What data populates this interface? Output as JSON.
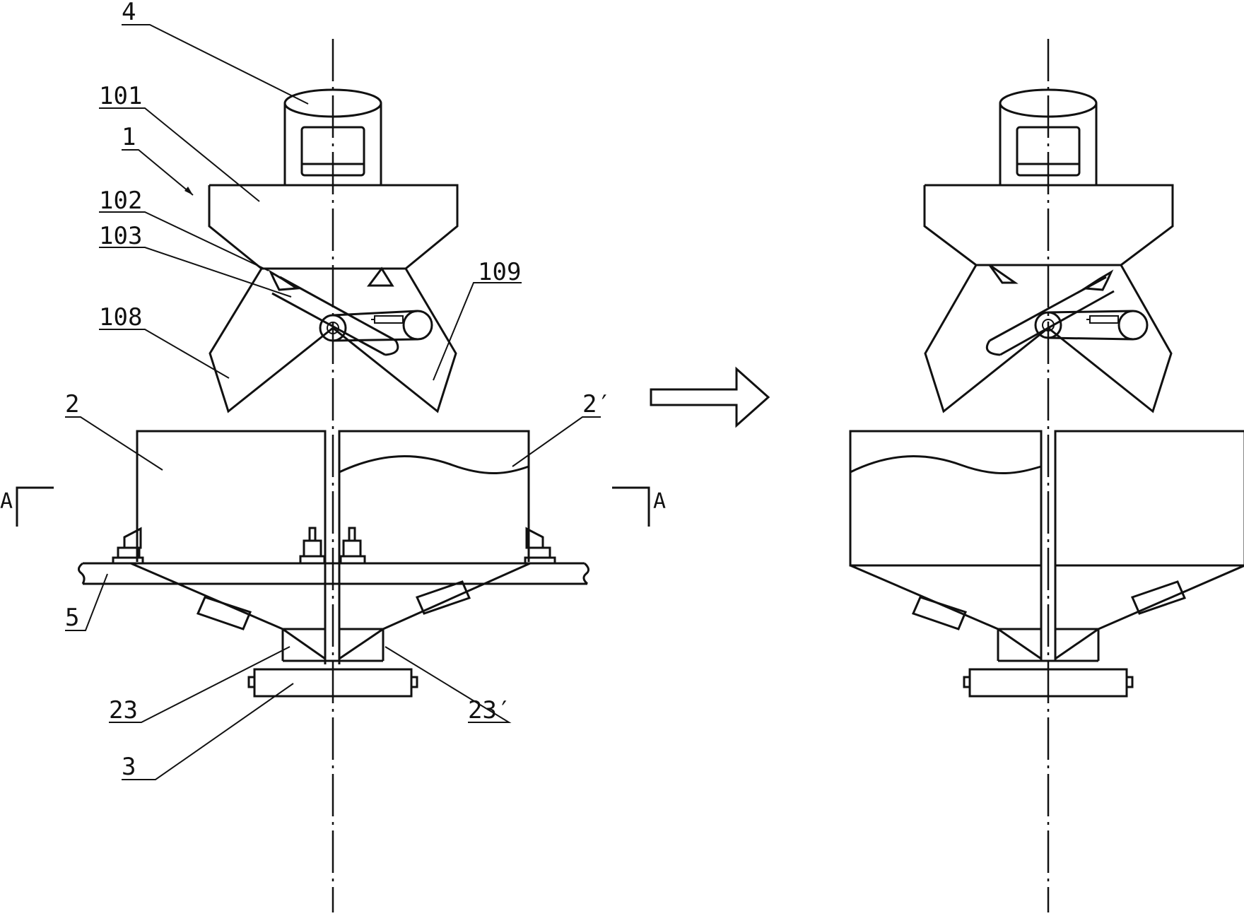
{
  "labels": {
    "l4": "4",
    "l101": "101",
    "l1": "1",
    "l102": "102",
    "l103": "103",
    "l108": "108",
    "l109": "109",
    "l2": "2",
    "l2p": "2′",
    "l5": "5",
    "l23": "23",
    "l23p": "23′",
    "l3": "3",
    "section_left": "A",
    "section_right": "A"
  },
  "colors": {
    "line": "#111111",
    "background": "#ffffff"
  },
  "arrow_icon": "right-arrow"
}
